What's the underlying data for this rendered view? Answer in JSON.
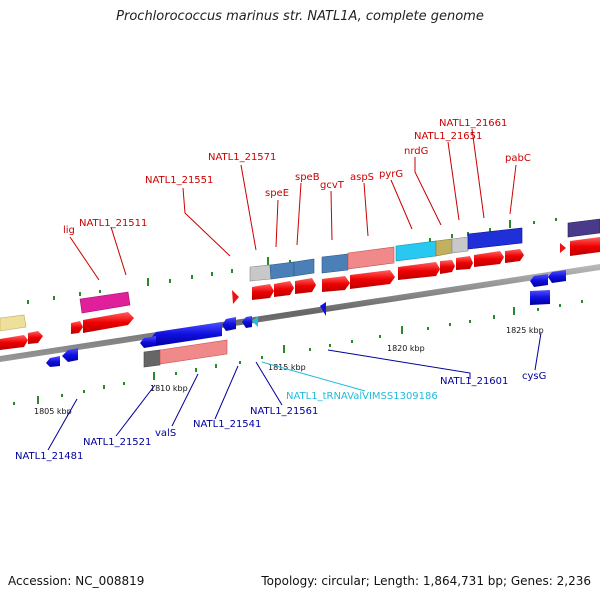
{
  "title": "Prochlorococcus marinus str. NATL1A, complete genome",
  "footer": {
    "accession": "Accession: NC_008819",
    "topology": "Topology: circular; Length: 1,864,731 bp; Genes: 2,236"
  },
  "colors": {
    "top_label": "#cc0000",
    "bottom_label": "#000099",
    "rna_label": "#22bbdd",
    "backbone": "#888888",
    "tick": "#2a8a2a"
  },
  "top_genes": [
    "lig",
    "NATL1_21511",
    "NATL1_21551",
    "NATL1_21571",
    "speE",
    "speB",
    "gcvT",
    "aspS",
    "pyrG",
    "nrdG",
    "NATL1_21651",
    "NATL1_21661",
    "pabC"
  ],
  "bottom_genes": [
    "NATL1_21481",
    "NATL1_21521",
    "valS",
    "NATL1_21541",
    "NATL1_21561",
    "NATL1_tRNAValVIMSS1309186",
    "NATL1_21601",
    "cysG"
  ],
  "scale_labels": [
    "1805 kbp",
    "1810 kbp",
    "1815 kbp",
    "1820 kbp",
    "1825 kbp"
  ]
}
